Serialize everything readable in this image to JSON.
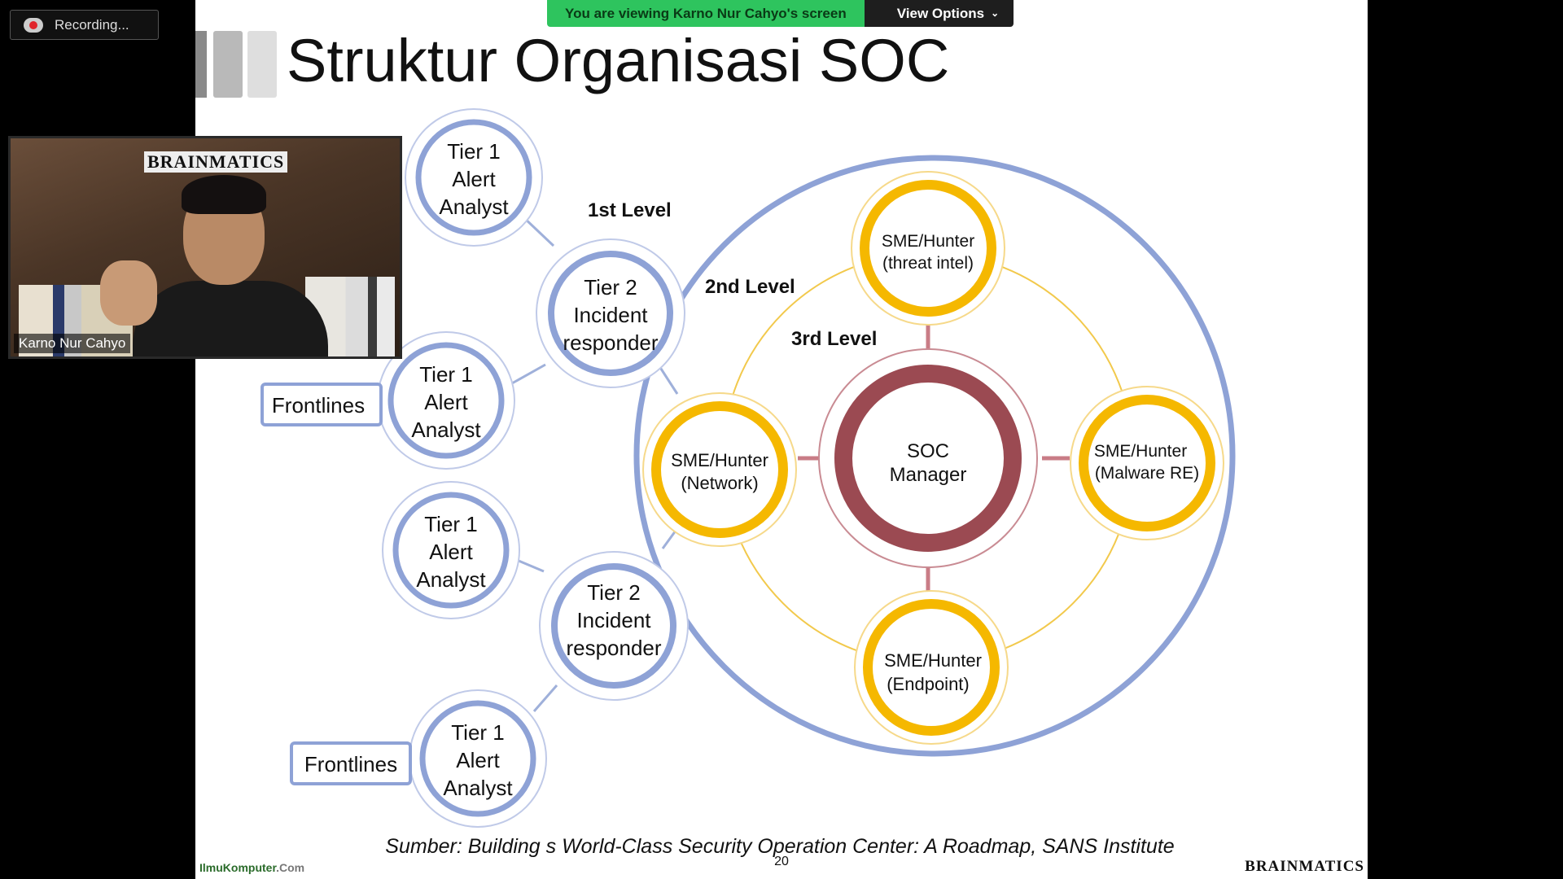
{
  "recording": {
    "label": "Recording..."
  },
  "share_banner": {
    "viewing_text": "You are viewing Karno Nur Cahyo's screen",
    "view_options_label": "View Options"
  },
  "webcam": {
    "participant_name": "Karno Nur Cahyo",
    "background_logo": "BRAINMATICS"
  },
  "slide": {
    "title": "Struktur Organisasi SOC",
    "levels": {
      "first": "1st Level",
      "second": "2nd Level",
      "third": "3rd Level"
    },
    "tier1": [
      "Tier 1",
      "Alert",
      "Analyst"
    ],
    "tier2": [
      "Tier 2",
      "Incident",
      "responder"
    ],
    "frontlines": "Frontlines",
    "soc_manager": [
      "SOC",
      "Manager"
    ],
    "sme": {
      "threat_intel": [
        "SME/Hunter",
        "(threat intel)"
      ],
      "network": [
        "SME/Hunter",
        "(Network)"
      ],
      "malware": [
        "SME/Hunter",
        "(Malware RE)"
      ],
      "endpoint": [
        "SME/Hunter",
        "(Endpoint)"
      ]
    },
    "source": "Sumber: Building s World-Class Security Operation Center: A Roadmap, SANS Institute",
    "page_number": "20",
    "footer_left_brand": "IlmuKomputer",
    "footer_left_domain": ".Com",
    "footer_right_logo": "BRAINMATICS"
  },
  "colors": {
    "blue_ring": "#8ea2d6",
    "gold_ring": "#f5b800",
    "manager_ring": "#9b4a52",
    "connector_pink": "#c97c86",
    "banner_green": "#2ec45e"
  }
}
